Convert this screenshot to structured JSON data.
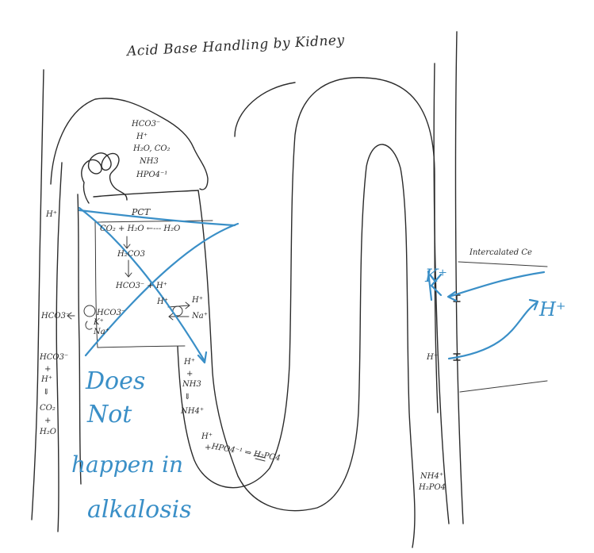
{
  "diagram": {
    "title": "Acid Base Handling by Kidney",
    "glomerulus": {
      "solutes": [
        "HCO3⁻",
        "H⁺",
        "H₂O, CO₂",
        "NH3",
        "HPO4⁻¹"
      ]
    },
    "pct": {
      "label": "PCT",
      "reaction_1": "CO₂ + H₂O ←--- H₂O",
      "intermediate": "H₂CO3",
      "reaction_2": "HCO3⁻ + H⁺",
      "basolateral_bicarb": "HCO3⁻",
      "basolateral_k": "K⁺",
      "basolateral_na": "Na⁺",
      "lumen_h": "H⁺",
      "lumen_hplus": "H⁺",
      "lumen_na": "Na⁺"
    },
    "blood_left": {
      "h_plus": "H⁺",
      "hco3_out": "HCO3⁻",
      "stack": [
        "HCO3⁻",
        "+",
        "H⁺",
        "⇓",
        "CO₂",
        "+",
        "H₂O"
      ]
    },
    "lumen_stack": [
      "H⁺",
      "+",
      "NH3",
      "⇓",
      "NH4⁺"
    ],
    "loop_bottom": {
      "h_plus": "H⁺",
      "plus": "+",
      "reaction": "HPO4⁻¹ ⇒ H₂PO4"
    },
    "collecting_duct": {
      "cell_label": "Intercalated Ce",
      "h_plus": "H⁺",
      "products": [
        "NH4⁺",
        "H₂PO4"
      ]
    },
    "annotations": {
      "k_plus": "K⁺",
      "h_plus": "H⁺",
      "note_lines": [
        "Does",
        "Not",
        "happen in",
        "alkalosis"
      ]
    },
    "colors": {
      "ink": "#2b2b2b",
      "annotation_blue": "#3a8fc7"
    }
  }
}
